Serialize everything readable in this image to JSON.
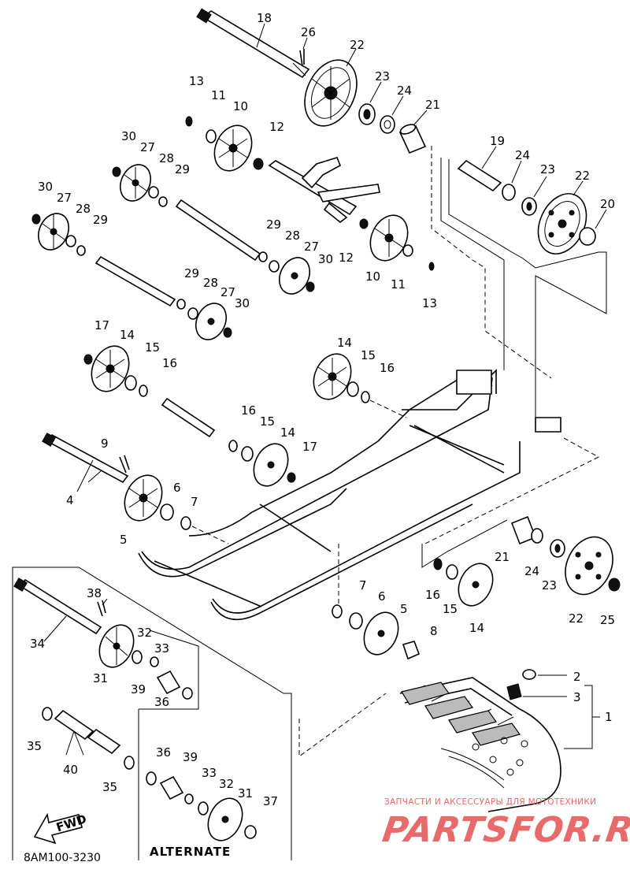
{
  "diagram": {
    "drawing_code": "8AM100-3230",
    "alternate_label": "ALTERNATE",
    "fwd_label": "FWD",
    "watermark": {
      "caption": "ЗАПЧАСТИ И АКСЕССУАРЫ ДЛЯ МОТОТЕХНИКИ",
      "logo": "PARTSFOR.RU"
    },
    "callouts": [
      {
        "id": "c18",
        "text": "18"
      },
      {
        "id": "c26",
        "text": "26"
      },
      {
        "id": "c22a",
        "text": "22"
      },
      {
        "id": "c13a",
        "text": "13"
      },
      {
        "id": "c11a",
        "text": "11"
      },
      {
        "id": "c10a",
        "text": "10"
      },
      {
        "id": "c23a",
        "text": "23"
      },
      {
        "id": "c24a",
        "text": "24"
      },
      {
        "id": "c21a",
        "text": "21"
      },
      {
        "id": "c12a",
        "text": "12"
      },
      {
        "id": "c30a",
        "text": "30"
      },
      {
        "id": "c27a",
        "text": "27"
      },
      {
        "id": "c28a",
        "text": "28"
      },
      {
        "id": "c29a",
        "text": "29"
      },
      {
        "id": "c19",
        "text": "19"
      },
      {
        "id": "c24b",
        "text": "24"
      },
      {
        "id": "c23b",
        "text": "23"
      },
      {
        "id": "c22b",
        "text": "22"
      },
      {
        "id": "c20",
        "text": "20"
      },
      {
        "id": "c30b",
        "text": "30"
      },
      {
        "id": "c27b",
        "text": "27"
      },
      {
        "id": "c28b",
        "text": "28"
      },
      {
        "id": "c29b",
        "text": "29"
      },
      {
        "id": "c29c",
        "text": "29"
      },
      {
        "id": "c28c",
        "text": "28"
      },
      {
        "id": "c27c",
        "text": "27"
      },
      {
        "id": "c12b",
        "text": "12"
      },
      {
        "id": "c30c",
        "text": "30"
      },
      {
        "id": "c10b",
        "text": "10"
      },
      {
        "id": "c11b",
        "text": "11"
      },
      {
        "id": "c13b",
        "text": "13"
      },
      {
        "id": "c29d",
        "text": "29"
      },
      {
        "id": "c28d",
        "text": "28"
      },
      {
        "id": "c27d",
        "text": "27"
      },
      {
        "id": "c30d",
        "text": "30"
      },
      {
        "id": "c17a",
        "text": "17"
      },
      {
        "id": "c14a",
        "text": "14"
      },
      {
        "id": "c15a",
        "text": "15"
      },
      {
        "id": "c16a",
        "text": "16"
      },
      {
        "id": "c14b",
        "text": "14"
      },
      {
        "id": "c15b",
        "text": "15"
      },
      {
        "id": "c16b",
        "text": "16"
      },
      {
        "id": "c16c",
        "text": "16"
      },
      {
        "id": "c15c",
        "text": "15"
      },
      {
        "id": "c14c",
        "text": "14"
      },
      {
        "id": "c17b",
        "text": "17"
      },
      {
        "id": "c9",
        "text": "9"
      },
      {
        "id": "c4",
        "text": "4"
      },
      {
        "id": "c6a",
        "text": "6"
      },
      {
        "id": "c7a",
        "text": "7"
      },
      {
        "id": "c5a",
        "text": "5"
      },
      {
        "id": "c21b",
        "text": "21"
      },
      {
        "id": "c24c",
        "text": "24"
      },
      {
        "id": "c23c",
        "text": "23"
      },
      {
        "id": "c22c",
        "text": "22"
      },
      {
        "id": "c25",
        "text": "25"
      },
      {
        "id": "c16d",
        "text": "16"
      },
      {
        "id": "c15d",
        "text": "15"
      },
      {
        "id": "c14d",
        "text": "14"
      },
      {
        "id": "c7b",
        "text": "7"
      },
      {
        "id": "c6b",
        "text": "6"
      },
      {
        "id": "c5b",
        "text": "5"
      },
      {
        "id": "c8",
        "text": "8"
      },
      {
        "id": "c38",
        "text": "38"
      },
      {
        "id": "c34",
        "text": "34"
      },
      {
        "id": "c32a",
        "text": "32"
      },
      {
        "id": "c33a",
        "text": "33"
      },
      {
        "id": "c31a",
        "text": "31"
      },
      {
        "id": "c39a",
        "text": "39"
      },
      {
        "id": "c36a",
        "text": "36"
      },
      {
        "id": "c2",
        "text": "2"
      },
      {
        "id": "c3",
        "text": "3"
      },
      {
        "id": "c1",
        "text": "1"
      },
      {
        "id": "c35a",
        "text": "35"
      },
      {
        "id": "c40",
        "text": "40"
      },
      {
        "id": "c35b",
        "text": "35"
      },
      {
        "id": "c36b",
        "text": "36"
      },
      {
        "id": "c39b",
        "text": "39"
      },
      {
        "id": "c33b",
        "text": "33"
      },
      {
        "id": "c32b",
        "text": "32"
      },
      {
        "id": "c31b",
        "text": "31"
      },
      {
        "id": "c37",
        "text": "37"
      }
    ]
  }
}
